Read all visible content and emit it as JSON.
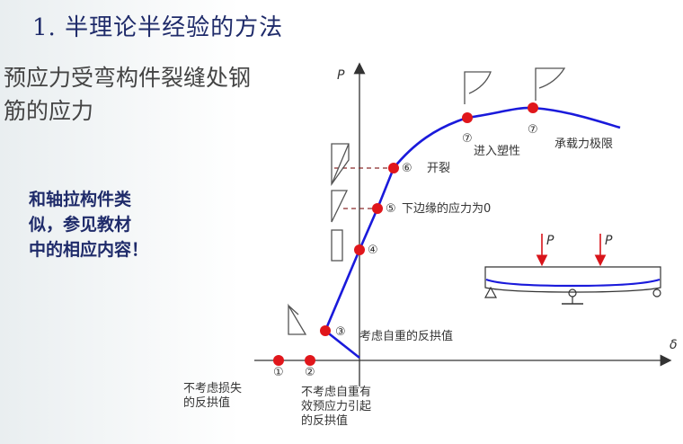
{
  "title": "1. 半理论半经验的方法",
  "subtitle_line1": "预应力受弯构件裂缝处钢",
  "subtitle_line2": "筋的应力",
  "note_lines": [
    "和轴拉构件类",
    "似，参见教材",
    "中的相应内容！"
  ],
  "axes": {
    "y_label": "P",
    "x_label": "δ"
  },
  "points": [
    {
      "num": "①",
      "label": "不考虑损失\n的反拱值"
    },
    {
      "num": "②",
      "label": "不考虑自重有\n效预应力引起\n的反拱值"
    },
    {
      "num": "③",
      "label": "考虑自重的反拱值"
    },
    {
      "num": "④",
      "label": ""
    },
    {
      "num": "⑤",
      "label": "下边缘的应力为0"
    },
    {
      "num": "⑥",
      "label": "开裂"
    },
    {
      "num": "⑦",
      "label": "进入塑性"
    },
    {
      "num": "⑦",
      "label": "承载力极限"
    }
  ],
  "beam": {
    "load_label_1": "P",
    "load_label_2": "P"
  },
  "colors": {
    "curve": "#1a1adb",
    "point": "#e0161b",
    "title": "#1f2b6a",
    "axis": "#333333"
  }
}
